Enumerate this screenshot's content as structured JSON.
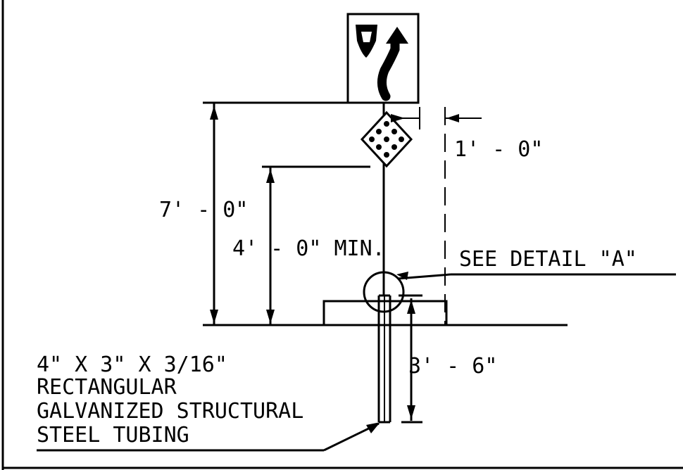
{
  "dimensions": {
    "overall_height": "7' - 0\"",
    "min_height": "4' - 0\" MIN.",
    "offset": "1' - 0\"",
    "embedment": "3' - 6\""
  },
  "callouts": {
    "detail": "SEE DETAIL \"A\""
  },
  "material": {
    "line1": "4\" X 3\" X 3/16\"",
    "line2": "RECTANGULAR",
    "line3": "GALVANIZED STRUCTURAL",
    "line4": "STEEL TUBING"
  },
  "icons": [
    "keep-left-sign-icon",
    "object-marker-icon"
  ]
}
